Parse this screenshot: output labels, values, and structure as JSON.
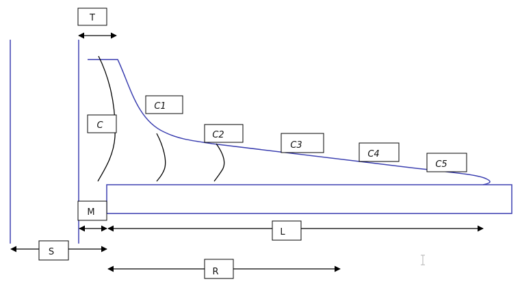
{
  "colors": {
    "profile": "#3b3fb0",
    "black": "#000000",
    "box_border": "#000000",
    "background": "#ffffff"
  },
  "labels": {
    "t": "T",
    "c": "C",
    "c1": "C1",
    "c2": "C2",
    "c3": "C3",
    "c4": "C4",
    "c5": "C5",
    "m": "M",
    "s": "S",
    "l": "L",
    "r": "R"
  },
  "icons": {
    "cursor": "text-cursor-icon"
  }
}
